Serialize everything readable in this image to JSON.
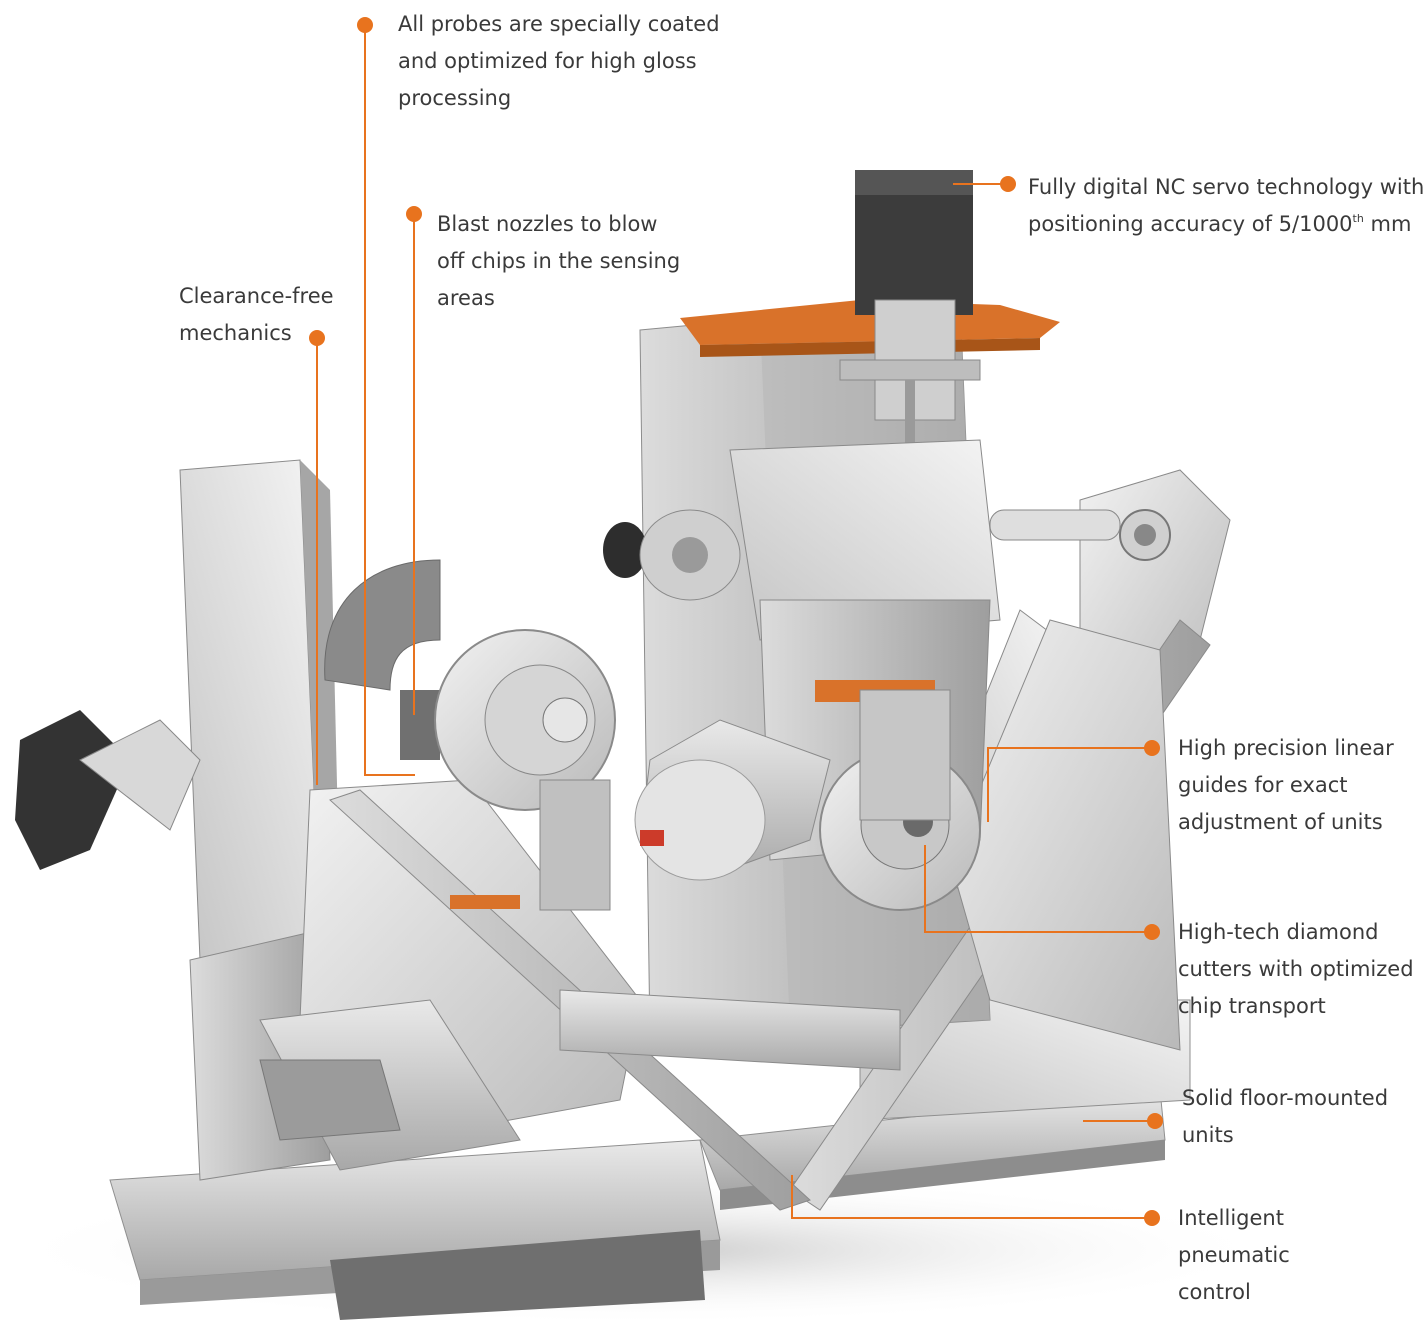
{
  "accent_color": "#e8731e",
  "annotations": {
    "probes": [
      "All probes are specially coated",
      "and optimized for high gloss",
      "processing"
    ],
    "nc_servo": {
      "line1": "Fully digital NC servo technology with",
      "line2_prefix": "positioning accuracy of 5/1000",
      "line2_sup": "th",
      "line2_suffix": " mm"
    },
    "blast": [
      "Blast nozzles to blow",
      "off chips in the sensing",
      "areas"
    ],
    "clearance": [
      "Clearance-free",
      "mechanics"
    ],
    "linear": [
      "High precision linear",
      "guides for exact",
      "adjustment of units"
    ],
    "diamond": [
      "High-tech diamond",
      "cutters with optimized",
      "chip transport"
    ],
    "floor": [
      "Solid floor-mounted",
      "units"
    ],
    "pneumatic": [
      "Intelligent",
      "pneumatic",
      "control"
    ]
  },
  "icons": [
    "machine-illustration"
  ]
}
